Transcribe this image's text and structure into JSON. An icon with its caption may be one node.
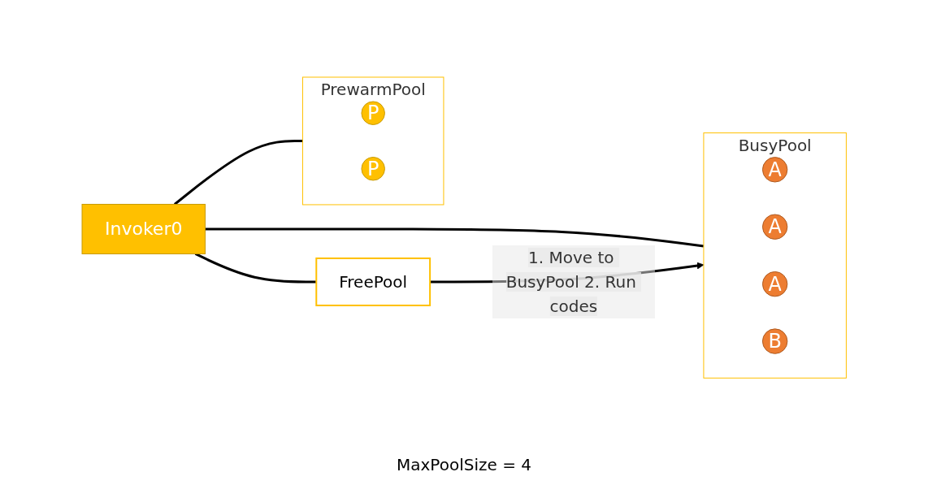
{
  "diagram": {
    "nodes": [
      {
        "text": [
          "Invoker0"
        ]
      },
      {
        "text": [
          "BusyPool"
        ]
      },
      {
        "text": [
          "A"
        ],
        "in": 1
      },
      {
        "text": [
          "A"
        ],
        "in": 1
      },
      {
        "text": [
          "A"
        ],
        "in": 1
      },
      {
        "text": [
          "B"
        ],
        "in": 1
      },
      {
        "text": [
          "FreePool"
        ]
      },
      {
        "text": [
          "PrewarmPool"
        ]
      },
      {
        "text": [
          "P"
        ],
        "in": 7
      },
      {
        "text": [
          "P"
        ],
        "in": 7
      }
    ],
    "edges": [
      {
        "from": 0,
        "to": 1,
        "arrow": "none"
      },
      {
        "from": 0,
        "to": 6,
        "arrow": "none"
      },
      {
        "from": 0,
        "to": 7,
        "arrow": "none"
      },
      {
        "from": 6,
        "to": 1,
        "arrow": "to",
        "label": "1. Move to BusyPool 2. Run codes"
      }
    ],
    "labels": [
      "MaxPoolSize = 4"
    ]
  }
}
